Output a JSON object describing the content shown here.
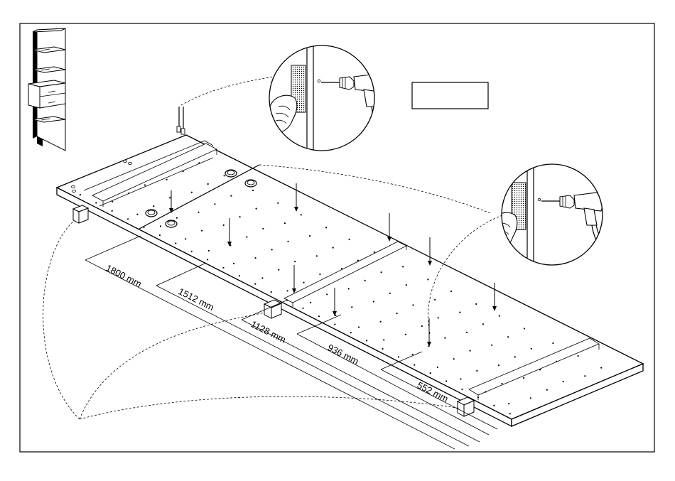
{
  "labels": {
    "cut_1": "1800 mm",
    "cut_2": "1512 mm",
    "cut_3": "1128 mm",
    "cut_4": "936 mm",
    "cut_5": "552 mm"
  },
  "label_box": {
    "text": ""
  },
  "colors": {
    "line": "#000000",
    "background": "#ffffff"
  },
  "icons": {
    "thumbnail": "shelf-unit-icon",
    "detail_top": "drill-detail-icon",
    "detail_right": "drill-detail-icon",
    "arrows": "down-arrow-icon"
  }
}
